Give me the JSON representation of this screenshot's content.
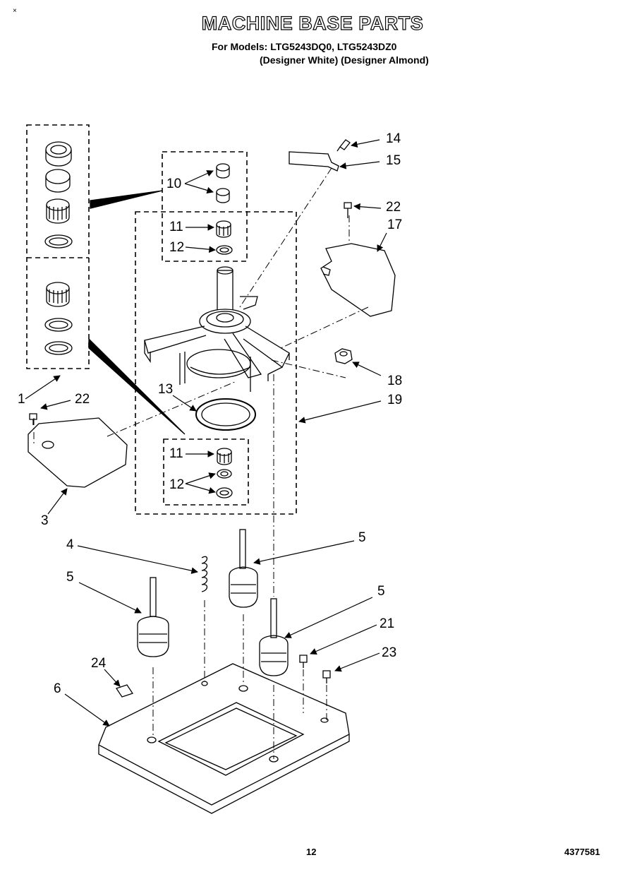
{
  "header": {
    "title": "MACHINE BASE PARTS",
    "models_line": "For Models: LTG5243DQ0, LTG5243DZ0",
    "variants_line": "(Designer White) (Designer Almond)"
  },
  "callouts": {
    "c1": "1",
    "c3": "3",
    "c4": "4",
    "c5a": "5",
    "c5b": "5",
    "c5c": "5",
    "c6": "6",
    "c10": "10",
    "c11a": "11",
    "c11b": "11",
    "c12a": "12",
    "c12b": "12",
    "c13": "13",
    "c14": "14",
    "c15": "15",
    "c17": "17",
    "c18": "18",
    "c19": "19",
    "c21": "21",
    "c22a": "22",
    "c22b": "22",
    "c23": "23",
    "c24": "24"
  },
  "footer": {
    "page_number": "12",
    "doc_number": "4377581"
  },
  "marks": {
    "top_left": "×"
  }
}
